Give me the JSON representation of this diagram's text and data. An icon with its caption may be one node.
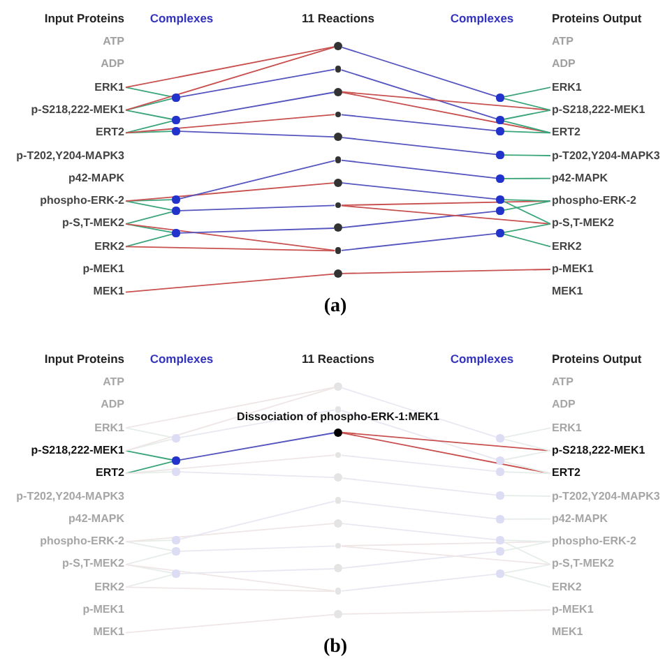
{
  "diagram": {
    "nodes": [
      {
        "text": [
          "ATP"
        ]
      },
      {
        "text": [
          "ADP"
        ]
      },
      {
        "text": [
          "ERK1"
        ]
      },
      {
        "text": [
          "p-S218,222-MEK1"
        ]
      },
      {
        "text": [
          "ERT2"
        ]
      },
      {
        "text": [
          "p-T202,Y204-MAPK3"
        ]
      },
      {
        "text": [
          "p42-MAPK"
        ]
      },
      {
        "text": [
          "phospho-ERK-2"
        ]
      },
      {
        "text": [
          "p-S,T-MEK2"
        ]
      },
      {
        "text": [
          "ERK2"
        ]
      },
      {
        "text": [
          "p-MEK1"
        ]
      },
      {
        "text": [
          "MEK1"
        ]
      },
      {
        "text": [],
        "shape": "circle"
      },
      {
        "text": [],
        "shape": "circle"
      },
      {
        "text": [],
        "shape": "circle"
      },
      {
        "text": [],
        "shape": "circle"
      },
      {
        "text": [],
        "shape": "circle"
      },
      {
        "text": [],
        "shape": "circle"
      },
      {
        "text": [],
        "shape": "circle"
      },
      {
        "text": [],
        "shape": "circle"
      },
      {
        "text": [],
        "shape": "circle"
      },
      {
        "text": [],
        "shape": "circle"
      },
      {
        "text": [],
        "shape": "circle"
      },
      {
        "text": [],
        "shape": "circle"
      },
      {
        "text": [],
        "shape": "circle"
      },
      {
        "text": [],
        "shape": "circle"
      },
      {
        "text": [],
        "shape": "circle"
      },
      {
        "text": [],
        "shape": "circle"
      },
      {
        "text": [],
        "shape": "circle"
      },
      {
        "text": [],
        "shape": "circle"
      },
      {
        "text": [],
        "shape": "circle"
      },
      {
        "text": [],
        "shape": "circle"
      },
      {
        "text": [],
        "shape": "circle"
      },
      {
        "text": [],
        "shape": "circle"
      },
      {
        "text": [],
        "shape": "circle"
      },
      {
        "text": [],
        "shape": "circle"
      },
      {
        "text": [],
        "shape": "circle"
      },
      {
        "text": [
          "ATP"
        ]
      },
      {
        "text": [
          "ADP"
        ]
      },
      {
        "text": [
          "ERK1"
        ]
      },
      {
        "text": [
          "p-S218,222-MEK1"
        ]
      },
      {
        "text": [
          "ERT2"
        ]
      },
      {
        "text": [
          "p-T202,Y204-MAPK3"
        ]
      },
      {
        "text": [
          "p42-MAPK"
        ]
      },
      {
        "text": [
          "phospho-ERK-2"
        ]
      },
      {
        "text": [
          "p-S,T-MEK2"
        ]
      },
      {
        "text": [
          "ERK2"
        ]
      },
      {
        "text": [
          "p-MEK1"
        ]
      },
      {
        "text": [
          "MEK1"
        ]
      },
      {
        "text": [
          "ATP"
        ]
      },
      {
        "text": [
          "ADP"
        ]
      },
      {
        "text": [
          "ERK1"
        ]
      },
      {
        "text": [
          "p-S218,222-MEK1"
        ]
      },
      {
        "text": [
          "ERT2"
        ]
      },
      {
        "text": [
          "p-T202,Y204-MAPK3"
        ]
      },
      {
        "text": [
          "p42-MAPK"
        ]
      },
      {
        "text": [
          "phospho-ERK-2"
        ]
      },
      {
        "text": [
          "p-S,T-MEK2"
        ]
      },
      {
        "text": [
          "ERK2"
        ]
      },
      {
        "text": [
          "p-MEK1"
        ]
      },
      {
        "text": [
          "MEK1"
        ]
      },
      {
        "text": [],
        "shape": "circle"
      },
      {
        "text": [],
        "shape": "circle"
      },
      {
        "text": [],
        "shape": "circle"
      },
      {
        "text": [],
        "shape": "circle"
      },
      {
        "text": [],
        "shape": "circle"
      },
      {
        "text": [],
        "shape": "circle"
      },
      {
        "text": [],
        "shape": "circle"
      },
      {
        "text": [],
        "shape": "circle"
      },
      {
        "text": [],
        "shape": "circle",
        "beside": [
          "Dissociation of phospho-ERK-1:MEK1"
        ]
      },
      {
        "text": [],
        "shape": "circle"
      },
      {
        "text": [],
        "shape": "circle"
      },
      {
        "text": [],
        "shape": "circle"
      },
      {
        "text": [],
        "shape": "circle"
      },
      {
        "text": [],
        "shape": "circle"
      },
      {
        "text": [],
        "shape": "circle"
      },
      {
        "text": [],
        "shape": "circle"
      },
      {
        "text": [],
        "shape": "circle"
      },
      {
        "text": [],
        "shape": "circle"
      },
      {
        "text": [],
        "shape": "circle"
      },
      {
        "text": [],
        "shape": "circle"
      },
      {
        "text": [],
        "shape": "circle"
      },
      {
        "text": [],
        "shape": "circle"
      },
      {
        "text": [],
        "shape": "circle"
      },
      {
        "text": [],
        "shape": "circle"
      },
      {
        "text": [],
        "shape": "circle"
      },
      {
        "text": [
          "ATP"
        ]
      },
      {
        "text": [
          "ADP"
        ]
      },
      {
        "text": [
          "ERK1"
        ]
      },
      {
        "text": [
          "p-S218,222-MEK1"
        ]
      },
      {
        "text": [
          "ERT2"
        ]
      },
      {
        "text": [
          "p-T202,Y204-MAPK3"
        ]
      },
      {
        "text": [
          "p42-MAPK"
        ]
      },
      {
        "text": [
          "phospho-ERK-2"
        ]
      },
      {
        "text": [
          "p-S,T-MEK2"
        ]
      },
      {
        "text": [
          "ERK2"
        ]
      },
      {
        "text": [
          "p-MEK1"
        ]
      },
      {
        "text": [
          "MEK1"
        ]
      }
    ],
    "edges": [
      {
        "from": 2,
        "to": 12,
        "arrow": "none",
        "color": "#3aa57a"
      },
      {
        "from": 3,
        "to": 12,
        "arrow": "none",
        "color": "#3aa57a"
      },
      {
        "from": 3,
        "to": 13,
        "arrow": "none",
        "color": "#3aa57a"
      },
      {
        "from": 4,
        "to": 13,
        "arrow": "none",
        "color": "#3aa57a"
      },
      {
        "from": 4,
        "to": 14,
        "arrow": "none",
        "color": "#3aa57a"
      },
      {
        "from": 7,
        "to": 15,
        "arrow": "none",
        "color": "#3aa57a"
      },
      {
        "from": 7,
        "to": 16,
        "arrow": "none",
        "color": "#3aa57a"
      },
      {
        "from": 8,
        "to": 16,
        "arrow": "none",
        "color": "#3aa57a"
      },
      {
        "from": 8,
        "to": 17,
        "arrow": "none",
        "color": "#3aa57a"
      },
      {
        "from": 9,
        "to": 17,
        "arrow": "none",
        "color": "#3aa57a"
      },
      {
        "from": 2,
        "to": 18,
        "arrow": "none",
        "color": "#c8504f"
      },
      {
        "from": 3,
        "to": 18,
        "arrow": "none",
        "color": "#c8504f"
      },
      {
        "from": 4,
        "to": 21,
        "arrow": "none",
        "color": "#c8504f"
      },
      {
        "from": 7,
        "to": 24,
        "arrow": "none",
        "color": "#c8504f"
      },
      {
        "from": 8,
        "to": 27,
        "arrow": "none",
        "color": "#c8504f"
      },
      {
        "from": 9,
        "to": 27,
        "arrow": "none",
        "color": "#c8504f"
      },
      {
        "from": 11,
        "to": 28,
        "arrow": "none",
        "color": "#c8504f"
      },
      {
        "from": 12,
        "to": 19,
        "arrow": "none",
        "color": "#5555c0"
      },
      {
        "from": 13,
        "to": 20,
        "arrow": "none",
        "color": "#5555c0"
      },
      {
        "from": 14,
        "to": 22,
        "arrow": "none",
        "color": "#5555c0"
      },
      {
        "from": 15,
        "to": 23,
        "arrow": "none",
        "color": "#5555c0"
      },
      {
        "from": 16,
        "to": 25,
        "arrow": "none",
        "color": "#5555c0"
      },
      {
        "from": 17,
        "to": 26,
        "arrow": "none",
        "color": "#5555c0"
      },
      {
        "from": 18,
        "to": 29,
        "arrow": "none",
        "color": "#5555c0"
      },
      {
        "from": 19,
        "to": 30,
        "arrow": "none",
        "color": "#5555c0"
      },
      {
        "from": 21,
        "to": 31,
        "arrow": "none",
        "color": "#5555c0"
      },
      {
        "from": 22,
        "to": 32,
        "arrow": "none",
        "color": "#5555c0"
      },
      {
        "from": 23,
        "to": 33,
        "arrow": "none",
        "color": "#5555c0"
      },
      {
        "from": 24,
        "to": 34,
        "arrow": "none",
        "color": "#5555c0"
      },
      {
        "from": 26,
        "to": 35,
        "arrow": "none",
        "color": "#5555c0"
      },
      {
        "from": 27,
        "to": 36,
        "arrow": "none",
        "color": "#5555c0"
      },
      {
        "from": 20,
        "to": 40,
        "arrow": "none",
        "color": "#c8504f"
      },
      {
        "from": 20,
        "to": 41,
        "arrow": "none",
        "color": "#c8504f"
      },
      {
        "from": 25,
        "to": 44,
        "arrow": "none",
        "color": "#c8504f"
      },
      {
        "from": 25,
        "to": 45,
        "arrow": "none",
        "color": "#c8504f"
      },
      {
        "from": 28,
        "to": 47,
        "arrow": "none",
        "color": "#c8504f"
      },
      {
        "from": 29,
        "to": 39,
        "arrow": "none",
        "color": "#3aa57a"
      },
      {
        "from": 29,
        "to": 40,
        "arrow": "none",
        "color": "#3aa57a"
      },
      {
        "from": 30,
        "to": 40,
        "arrow": "none",
        "color": "#3aa57a"
      },
      {
        "from": 30,
        "to": 41,
        "arrow": "none",
        "color": "#3aa57a"
      },
      {
        "from": 31,
        "to": 41,
        "arrow": "none",
        "color": "#3aa57a"
      },
      {
        "from": 32,
        "to": 42,
        "arrow": "none",
        "color": "#3aa57a"
      },
      {
        "from": 33,
        "to": 43,
        "arrow": "none",
        "color": "#3aa57a"
      },
      {
        "from": 34,
        "to": 44,
        "arrow": "none",
        "color": "#3aa57a"
      },
      {
        "from": 34,
        "to": 45,
        "arrow": "none",
        "color": "#3aa57a"
      },
      {
        "from": 35,
        "to": 44,
        "arrow": "none",
        "color": "#3aa57a"
      },
      {
        "from": 36,
        "to": 45,
        "arrow": "none",
        "color": "#3aa57a"
      },
      {
        "from": 36,
        "to": 46,
        "arrow": "none",
        "color": "#3aa57a"
      },
      {
        "from": 51,
        "to": 61,
        "arrow": "none",
        "color": "#e6ede9"
      },
      {
        "from": 52,
        "to": 61,
        "arrow": "none",
        "color": "#e6ede9"
      },
      {
        "from": 52,
        "to": 62,
        "arrow": "none",
        "color": "#3aa57a"
      },
      {
        "from": 53,
        "to": 62,
        "arrow": "none",
        "color": "#3aa57a"
      },
      {
        "from": 53,
        "to": 63,
        "arrow": "none",
        "color": "#e6ede9"
      },
      {
        "from": 56,
        "to": 64,
        "arrow": "none",
        "color": "#e6ede9"
      },
      {
        "from": 56,
        "to": 65,
        "arrow": "none",
        "color": "#e6ede9"
      },
      {
        "from": 57,
        "to": 65,
        "arrow": "none",
        "color": "#e6ede9"
      },
      {
        "from": 57,
        "to": 66,
        "arrow": "none",
        "color": "#e6ede9"
      },
      {
        "from": 58,
        "to": 66,
        "arrow": "none",
        "color": "#e6ede9"
      },
      {
        "from": 51,
        "to": 67,
        "arrow": "none",
        "color": "#efe6e6"
      },
      {
        "from": 52,
        "to": 67,
        "arrow": "none",
        "color": "#efe6e6"
      },
      {
        "from": 53,
        "to": 70,
        "arrow": "none",
        "color": "#efe6e6"
      },
      {
        "from": 56,
        "to": 73,
        "arrow": "none",
        "color": "#efe6e6"
      },
      {
        "from": 57,
        "to": 76,
        "arrow": "none",
        "color": "#efe6e6"
      },
      {
        "from": 58,
        "to": 76,
        "arrow": "none",
        "color": "#efe6e6"
      },
      {
        "from": 60,
        "to": 77,
        "arrow": "none",
        "color": "#efe6e6"
      },
      {
        "from": 61,
        "to": 68,
        "arrow": "none",
        "color": "#e8e8f2"
      },
      {
        "from": 62,
        "to": 69,
        "arrow": "none",
        "color": "#5555c0"
      },
      {
        "from": 63,
        "to": 71,
        "arrow": "none",
        "color": "#e8e8f2"
      },
      {
        "from": 64,
        "to": 72,
        "arrow": "none",
        "color": "#e8e8f2"
      },
      {
        "from": 65,
        "to": 74,
        "arrow": "none",
        "color": "#e8e8f2"
      },
      {
        "from": 66,
        "to": 75,
        "arrow": "none",
        "color": "#e8e8f2"
      },
      {
        "from": 67,
        "to": 78,
        "arrow": "none",
        "color": "#e8e8f2"
      },
      {
        "from": 68,
        "to": 79,
        "arrow": "none",
        "color": "#e8e8f2"
      },
      {
        "from": 70,
        "to": 80,
        "arrow": "none",
        "color": "#e8e8f2"
      },
      {
        "from": 71,
        "to": 81,
        "arrow": "none",
        "color": "#e8e8f2"
      },
      {
        "from": 72,
        "to": 82,
        "arrow": "none",
        "color": "#e8e8f2"
      },
      {
        "from": 73,
        "to": 83,
        "arrow": "none",
        "color": "#e8e8f2"
      },
      {
        "from": 75,
        "to": 84,
        "arrow": "none",
        "color": "#e8e8f2"
      },
      {
        "from": 76,
        "to": 85,
        "arrow": "none",
        "color": "#e8e8f2"
      },
      {
        "from": 69,
        "to": 89,
        "arrow": "none",
        "color": "#c8504f"
      },
      {
        "from": 69,
        "to": 90,
        "arrow": "none",
        "color": "#c8504f"
      },
      {
        "from": 74,
        "to": 93,
        "arrow": "none",
        "color": "#efe6e6"
      },
      {
        "from": 74,
        "to": 94,
        "arrow": "none",
        "color": "#efe6e6"
      },
      {
        "from": 77,
        "to": 96,
        "arrow": "none",
        "color": "#efe6e6"
      },
      {
        "from": 78,
        "to": 88,
        "arrow": "none",
        "color": "#e6ede9"
      },
      {
        "from": 78,
        "to": 89,
        "arrow": "none",
        "color": "#e6ede9"
      },
      {
        "from": 79,
        "to": 89,
        "arrow": "none",
        "color": "#e6ede9"
      },
      {
        "from": 79,
        "to": 90,
        "arrow": "none",
        "color": "#e6ede9"
      },
      {
        "from": 80,
        "to": 90,
        "arrow": "none",
        "color": "#e6ede9"
      },
      {
        "from": 81,
        "to": 91,
        "arrow": "none",
        "color": "#e6ede9"
      },
      {
        "from": 82,
        "to": 92,
        "arrow": "none",
        "color": "#e6ede9"
      },
      {
        "from": 83,
        "to": 93,
        "arrow": "none",
        "color": "#e6ede9"
      },
      {
        "from": 83,
        "to": 94,
        "arrow": "none",
        "color": "#e6ede9"
      },
      {
        "from": 84,
        "to": 93,
        "arrow": "none",
        "color": "#e6ede9"
      },
      {
        "from": 85,
        "to": 94,
        "arrow": "none",
        "color": "#e6ede9"
      },
      {
        "from": 85,
        "to": 95,
        "arrow": "none",
        "color": "#e6ede9"
      }
    ],
    "labels": [
      "Input Proteins",
      "Complexes",
      "11 Reactions",
      "Complexes",
      "Proteins Output",
      "(a)",
      "Input Proteins",
      "Complexes",
      "11 Reactions",
      "Complexes",
      "Proteins Output",
      "(b)"
    ]
  }
}
